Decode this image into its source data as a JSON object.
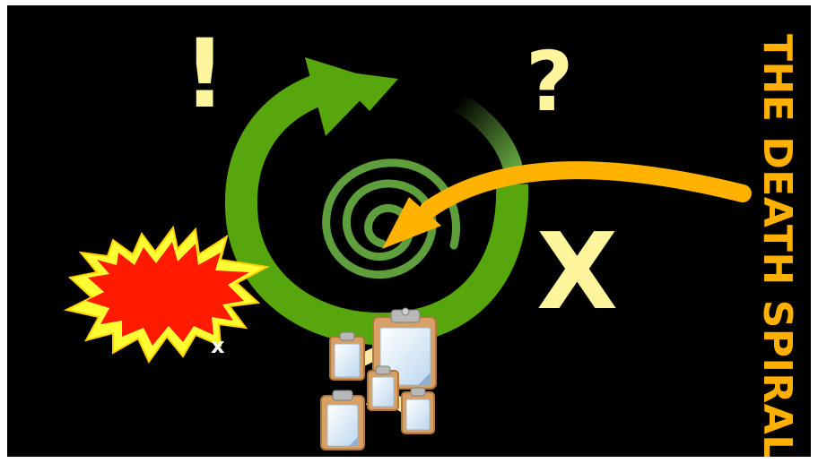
{
  "slide": {
    "title": "THE DEATH SPIRAL",
    "symbols": {
      "exclamation": "!",
      "question": "?",
      "big_x": "X",
      "small_x": "x"
    },
    "colors": {
      "background": "#000000",
      "title": "#ffb000",
      "arrow_orange": "#ffb300",
      "cycle_green": "#58a60e",
      "spiral_green": "#5f9e3c",
      "symbol_yellow": "#fff59d",
      "burst_red": "#ff1a00",
      "burst_yellow": "#ffff33",
      "clipboard_board": "#d8a064",
      "clipboard_paper": "#cfe4f7"
    },
    "icons": [
      "green-cycle-arrow-icon",
      "green-spiral-icon",
      "orange-pointer-arrow-icon",
      "explosion-burst-icon",
      "clipboard-icon"
    ]
  }
}
